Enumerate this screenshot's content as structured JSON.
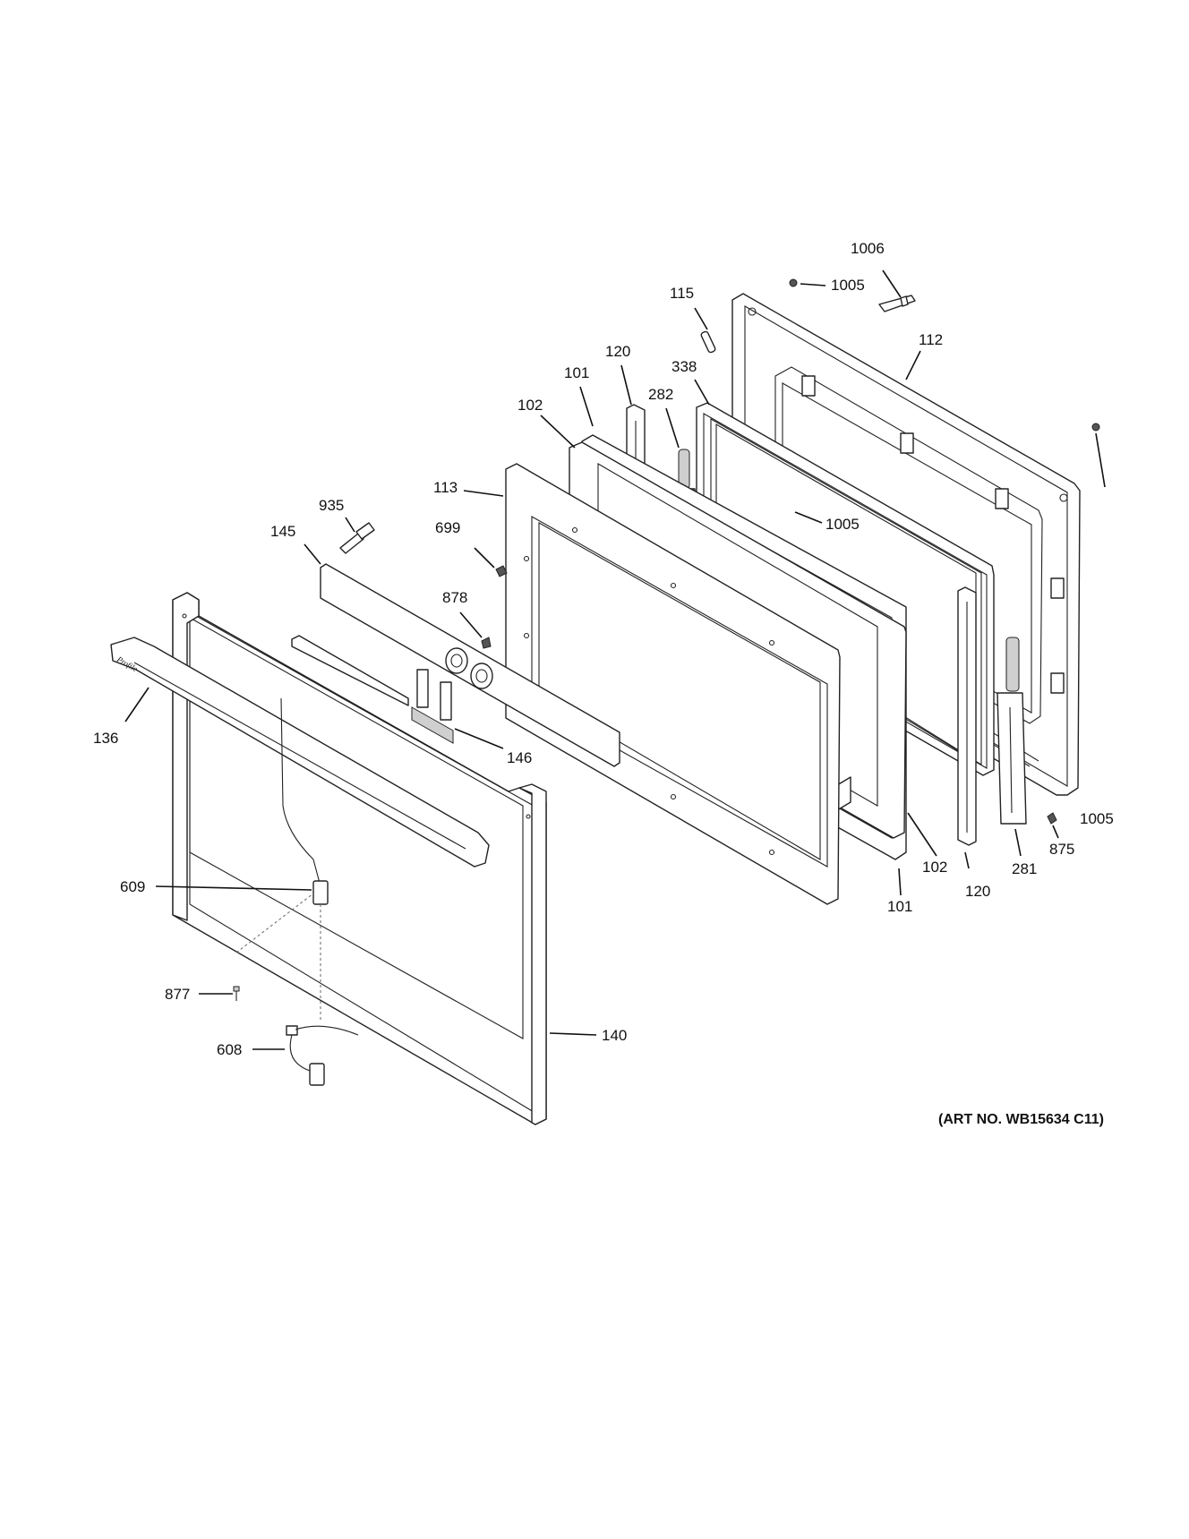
{
  "callouts": {
    "c1006": "1006",
    "c1005a": "1005",
    "c115": "115",
    "c112": "112",
    "c120a": "120",
    "c338": "338",
    "c101a": "101",
    "c282": "282",
    "c102a": "102",
    "c113": "113",
    "c1005b": "1005",
    "c935": "935",
    "c699": "699",
    "c145": "145",
    "c878": "878",
    "c136": "136",
    "c146": "146",
    "c1005c": "1005",
    "c875": "875",
    "c102b": "102",
    "c281": "281",
    "c609": "609",
    "c120b": "120",
    "c101b": "101",
    "c877": "877",
    "c140": "140",
    "c608": "608"
  },
  "handle_brand": "Profile",
  "art_number": "(ART NO. WB15634 C11)"
}
